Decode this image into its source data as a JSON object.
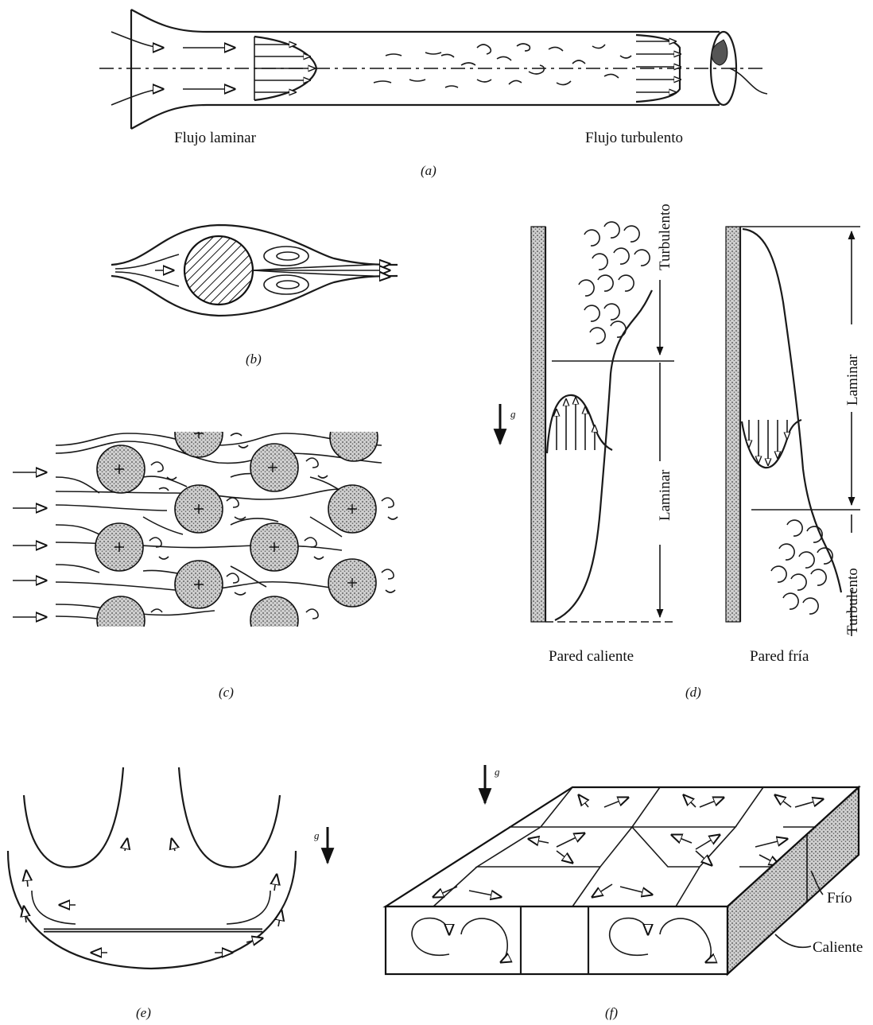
{
  "panel_a": {
    "label_laminar": "Flujo laminar",
    "label_turbulent": "Flujo turbulento",
    "caption": "(a)"
  },
  "panel_b": {
    "caption": "(b)"
  },
  "panel_c": {
    "caption": "(c)"
  },
  "panel_d": {
    "hot_wall_label": "Pared caliente",
    "cold_wall_label": "Pared fría",
    "hot_turbulent": "Turbulento",
    "hot_laminar": "Laminar",
    "cold_laminar": "Laminar",
    "cold_turbulent": "Turbulento",
    "gravity": "g",
    "caption": "(d)"
  },
  "panel_e": {
    "gravity": "g",
    "caption": "(e)"
  },
  "panel_f": {
    "gravity": "g",
    "cold_label": "Frío",
    "hot_label": "Caliente",
    "caption": "(f)"
  }
}
